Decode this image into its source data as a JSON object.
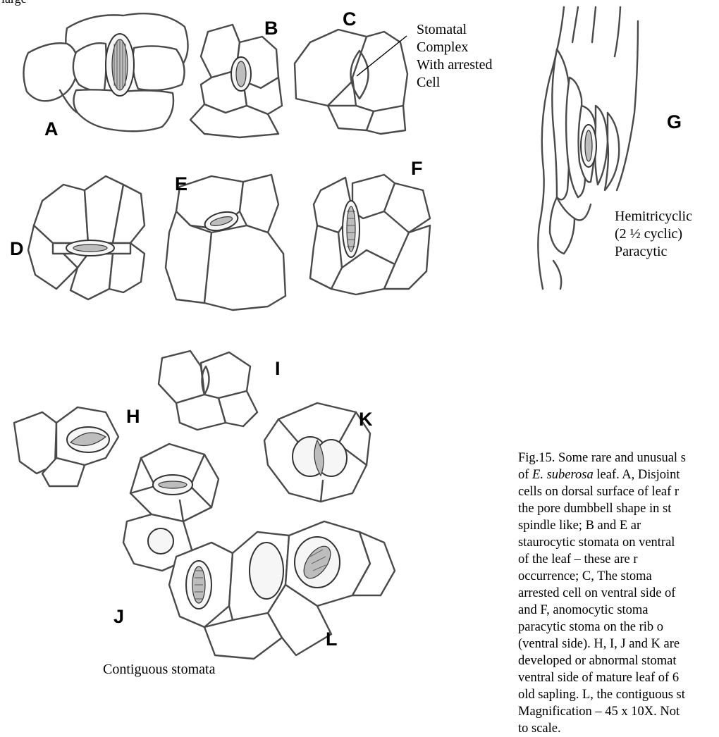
{
  "figure": {
    "top_fragment": "large",
    "panel_labels": {
      "A": "A",
      "B": "B",
      "C": "C",
      "D": "D",
      "E": "E",
      "F": "F",
      "G": "G",
      "H": "H",
      "I": "I",
      "J": "J",
      "K": "K",
      "L": "L"
    },
    "annotation_c": [
      "Stomatal",
      "Complex",
      "With arrested",
      "Cell"
    ],
    "annotation_g": [
      "Hemitricyclic",
      "(2 ½ cyclic)",
      "Paracytic"
    ],
    "bottom_label": "Contiguous stomata",
    "caption_lines": [
      "Fig.15. Some rare and unusual s",
      "of E. suberosa leaf. A, Disjoint",
      "cells on dorsal surface of leaf r",
      "the pore dumbbell shape in st",
      "spindle like;  B  and  E  ar",
      "staurocytic stomata on ventral",
      "of  the  leaf  –  these  are  r",
      "occurrence;  C,  The  stoma",
      "arrested cell on ventral side of",
      "and   F,   anomocytic   stoma",
      "paracytic stoma on the rib o",
      "(ventral side). H, I, J and K are",
      "developed or abnormal stomat",
      "ventral side of mature leaf of 6",
      "old sapling. L, the contiguous st",
      "Magnification – 45 x 10X. Not",
      "to scale."
    ],
    "caption_italic": "E. suberosa"
  }
}
